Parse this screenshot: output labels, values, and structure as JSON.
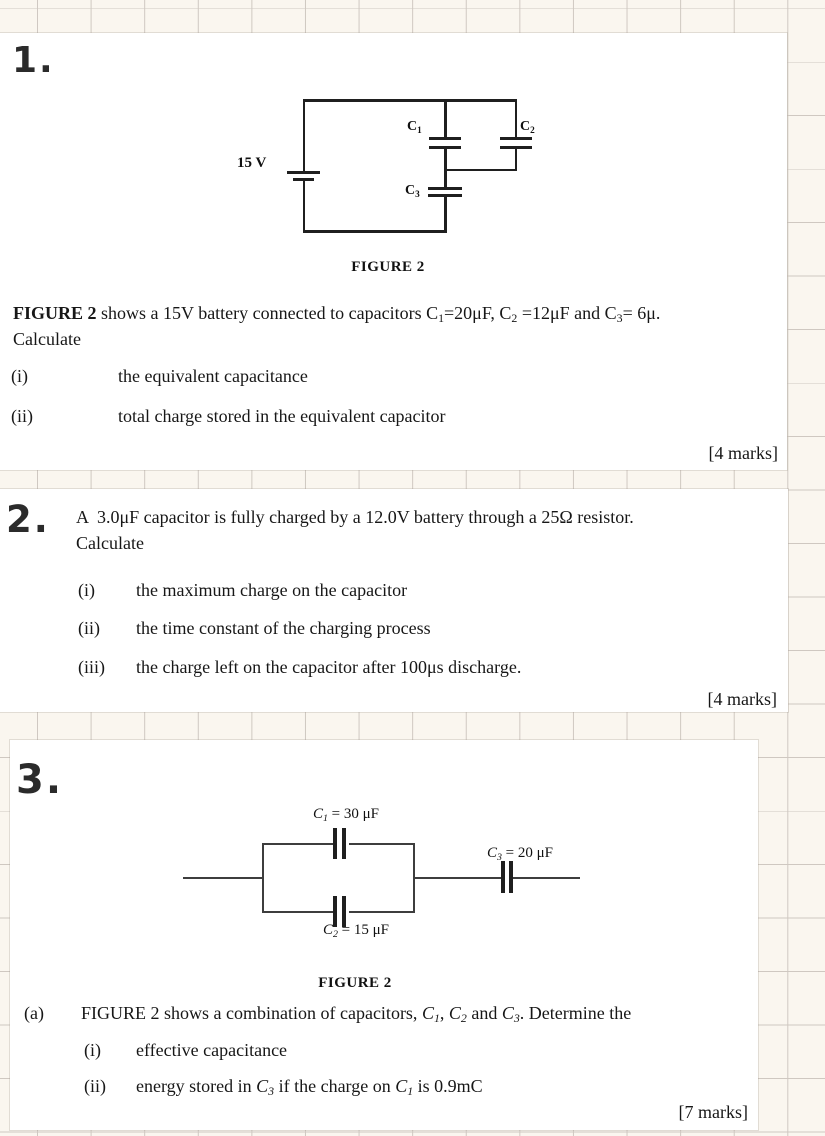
{
  "page": {
    "background_color": "#faf6ef",
    "grid_line_color": "#cfc8c1",
    "block_color": "#ffffff",
    "ink_color": "#171717"
  },
  "q1": {
    "marker": "1.",
    "figure": {
      "battery_label": "15 V",
      "caption": "FIGURE 2",
      "c1_label": [
        {
          "s": "b",
          "t": "C"
        },
        {
          "s": "sub",
          "t": "1"
        }
      ],
      "c2_label": [
        {
          "s": "b",
          "t": "C"
        },
        {
          "s": "sub",
          "t": "2"
        }
      ],
      "c3_label": [
        {
          "s": "b",
          "t": "C"
        },
        {
          "s": "sub",
          "t": "3"
        }
      ]
    },
    "para": [
      {
        "s": "b",
        "t": "FIGURE 2"
      },
      {
        "s": "n",
        "t": " shows a 15V battery connected to capacitors C"
      },
      {
        "s": "sub",
        "t": "1"
      },
      {
        "s": "n",
        "t": "=20μF, C"
      },
      {
        "s": "sub",
        "t": "2"
      },
      {
        "s": "n",
        "t": " =12μF and C"
      },
      {
        "s": "sub",
        "t": "3"
      },
      {
        "s": "n",
        "t": "= 6μ."
      }
    ],
    "calculate": "Calculate",
    "items": [
      {
        "num": "(i)",
        "text": "the equivalent capacitance"
      },
      {
        "num": "(ii)",
        "text": "total charge stored in the equivalent capacitor"
      }
    ],
    "marks": "[4 marks]"
  },
  "q2": {
    "marker": "2.",
    "para": "A  3.0μF capacitor is fully charged by a 12.0V battery through a 25Ω resistor.",
    "calculate": "Calculate",
    "items": [
      {
        "num": "(i)",
        "text": "the maximum charge on the capacitor"
      },
      {
        "num": "(ii)",
        "text": "the time constant of the charging process"
      },
      {
        "num": "(iii)",
        "text": "the charge left on the capacitor after 100μs discharge."
      }
    ],
    "marks": "[4 marks]"
  },
  "q3": {
    "marker": "3.",
    "figure": {
      "caption": "FIGURE 2",
      "c1_label": [
        {
          "s": "i",
          "t": "C"
        },
        {
          "s": "isub",
          "t": "1"
        },
        {
          "s": "n",
          "t": " = 30 μF"
        }
      ],
      "c2_label": [
        {
          "s": "i",
          "t": "C"
        },
        {
          "s": "isub",
          "t": "2"
        },
        {
          "s": "n",
          "t": " = 15 μF"
        }
      ],
      "c3_label": [
        {
          "s": "i",
          "t": "C"
        },
        {
          "s": "isub",
          "t": "3"
        },
        {
          "s": "n",
          "t": " = 20 μF"
        }
      ]
    },
    "a_num": "(a)",
    "a_para": [
      {
        "s": "n",
        "t": "FIGURE 2 shows a combination of capacitors, "
      },
      {
        "s": "i",
        "t": "C"
      },
      {
        "s": "isub",
        "t": "1"
      },
      {
        "s": "n",
        "t": ", "
      },
      {
        "s": "i",
        "t": "C"
      },
      {
        "s": "isub",
        "t": "2"
      },
      {
        "s": "n",
        "t": " and "
      },
      {
        "s": "i",
        "t": "C"
      },
      {
        "s": "isub",
        "t": "3"
      },
      {
        "s": "n",
        "t": ". Determine the"
      }
    ],
    "items": [
      {
        "num": "(i)",
        "rich": [
          {
            "s": "n",
            "t": "effective capacitance"
          }
        ]
      },
      {
        "num": "(ii)",
        "rich": [
          {
            "s": "n",
            "t": "energy stored in "
          },
          {
            "s": "i",
            "t": "C"
          },
          {
            "s": "isub",
            "t": "3"
          },
          {
            "s": "n",
            "t": " if the charge on "
          },
          {
            "s": "i",
            "t": "C"
          },
          {
            "s": "isub",
            "t": "1"
          },
          {
            "s": "n",
            "t": " is 0.9mC"
          }
        ]
      }
    ],
    "marks": "[7 marks]"
  }
}
